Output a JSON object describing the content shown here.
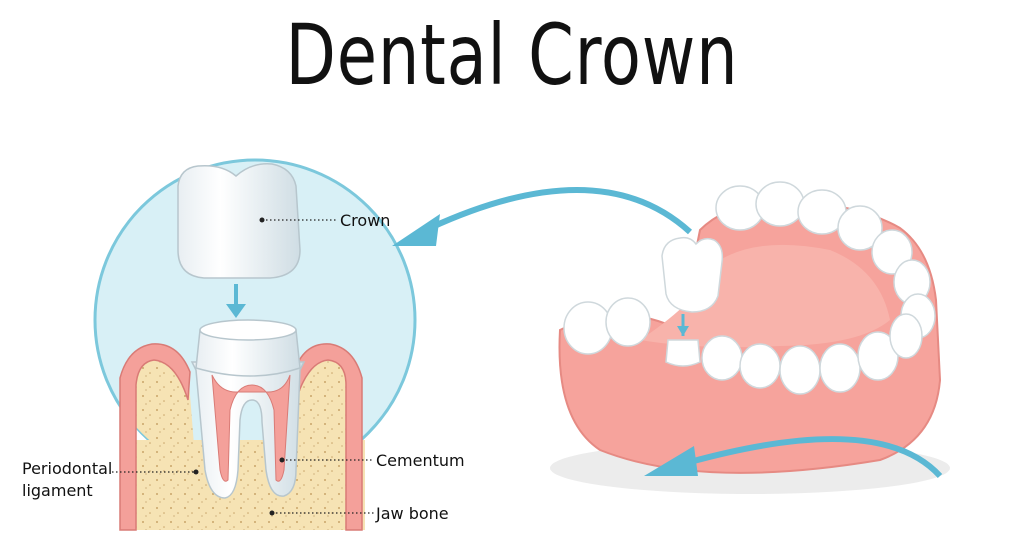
{
  "title": "Dental Crown",
  "labels": {
    "crown": "Crown",
    "cementum": "Cementum",
    "periodontal_line1": "Periodontal",
    "periodontal_line2": "ligament",
    "jaw_bone": "Jaw bone"
  },
  "colors": {
    "circle_bg": "#d8f0f6",
    "circle_stroke": "#7cc8dc",
    "arrow": "#5bb8d4",
    "gum": "#f4a09a",
    "gum_dark": "#e88882",
    "bone": "#f6e3b4",
    "tooth": "#ffffff",
    "tooth_shade": "#d6e4ea"
  }
}
